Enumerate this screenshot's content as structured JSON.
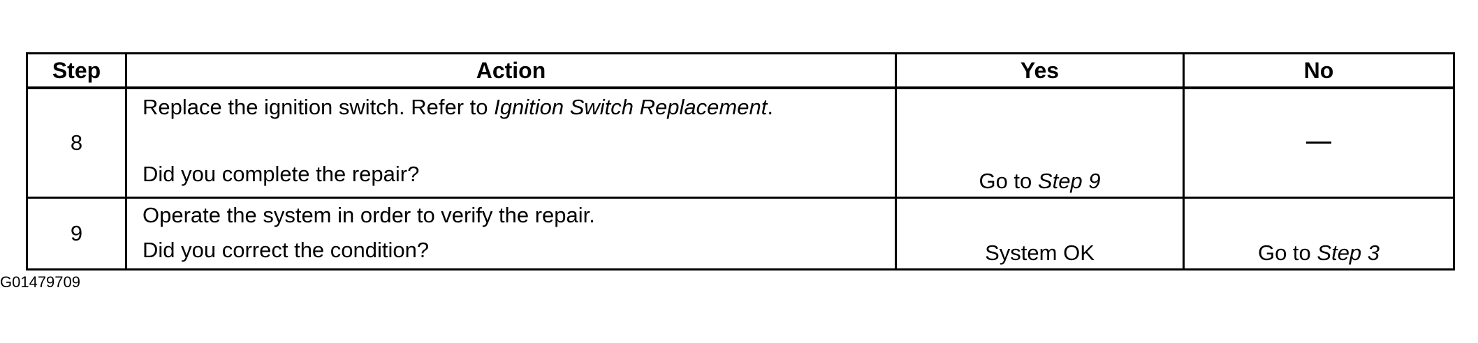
{
  "table": {
    "headers": {
      "step": "Step",
      "action": "Action",
      "yes": "Yes",
      "no": "No"
    },
    "rows": [
      {
        "step": "8",
        "action_line1_text": "Replace the ignition switch. Refer to ",
        "action_line1_ref": "Ignition Switch Replacement",
        "action_line1_end": ".",
        "action_line2": "Did you complete the repair?",
        "yes_prefix": "Go to ",
        "yes_ref": "Step 9",
        "no": "—"
      },
      {
        "step": "9",
        "action_line1": "Operate the system in order to verify the repair.",
        "action_line2": "Did you correct the condition?",
        "yes": "System OK",
        "no_prefix": "Go to ",
        "no_ref": "Step 3"
      }
    ]
  },
  "figure_id": "G01479709"
}
